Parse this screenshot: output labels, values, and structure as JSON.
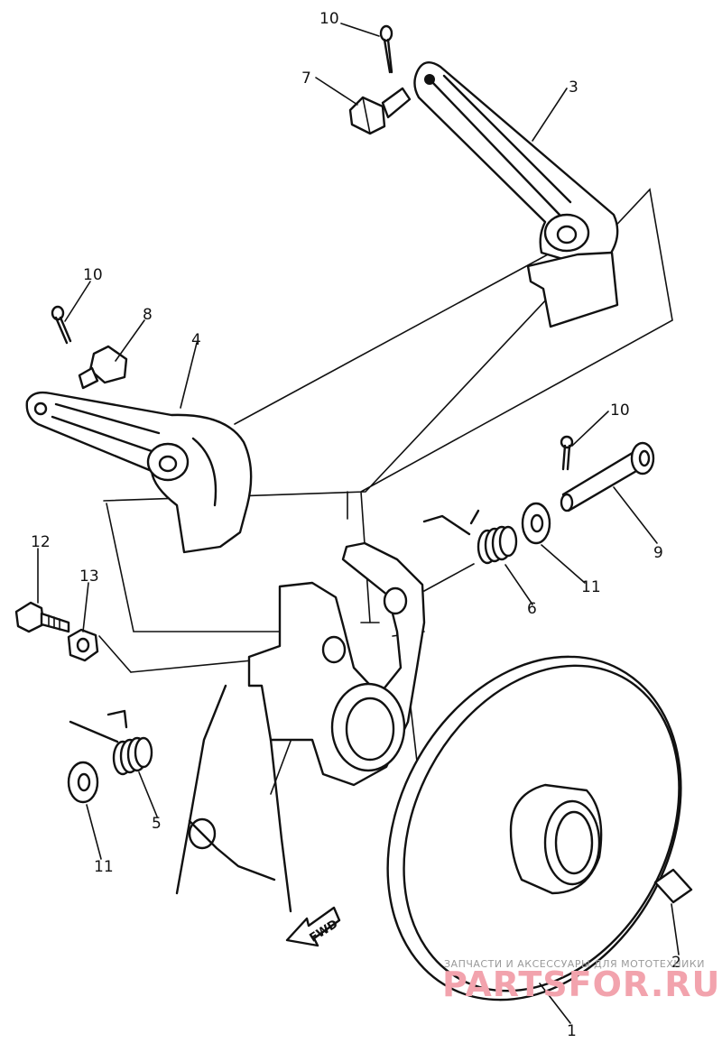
{
  "callouts": {
    "c1": "1",
    "c2": "2",
    "c3": "3",
    "c4": "4",
    "c5": "5",
    "c6": "6",
    "c7": "7",
    "c8": "8",
    "c9": "9",
    "c10a": "10",
    "c10b": "10",
    "c10c": "10",
    "c11a": "11",
    "c11b": "11",
    "c12": "12",
    "c13": "13"
  },
  "fwd_label": "FWD",
  "watermark": {
    "line1": "ЗАПЧАСТИ И АКСЕССУАРЫ ДЛЯ МОТОТЕХНИКИ",
    "line2": "PARTSFOR.RU"
  }
}
